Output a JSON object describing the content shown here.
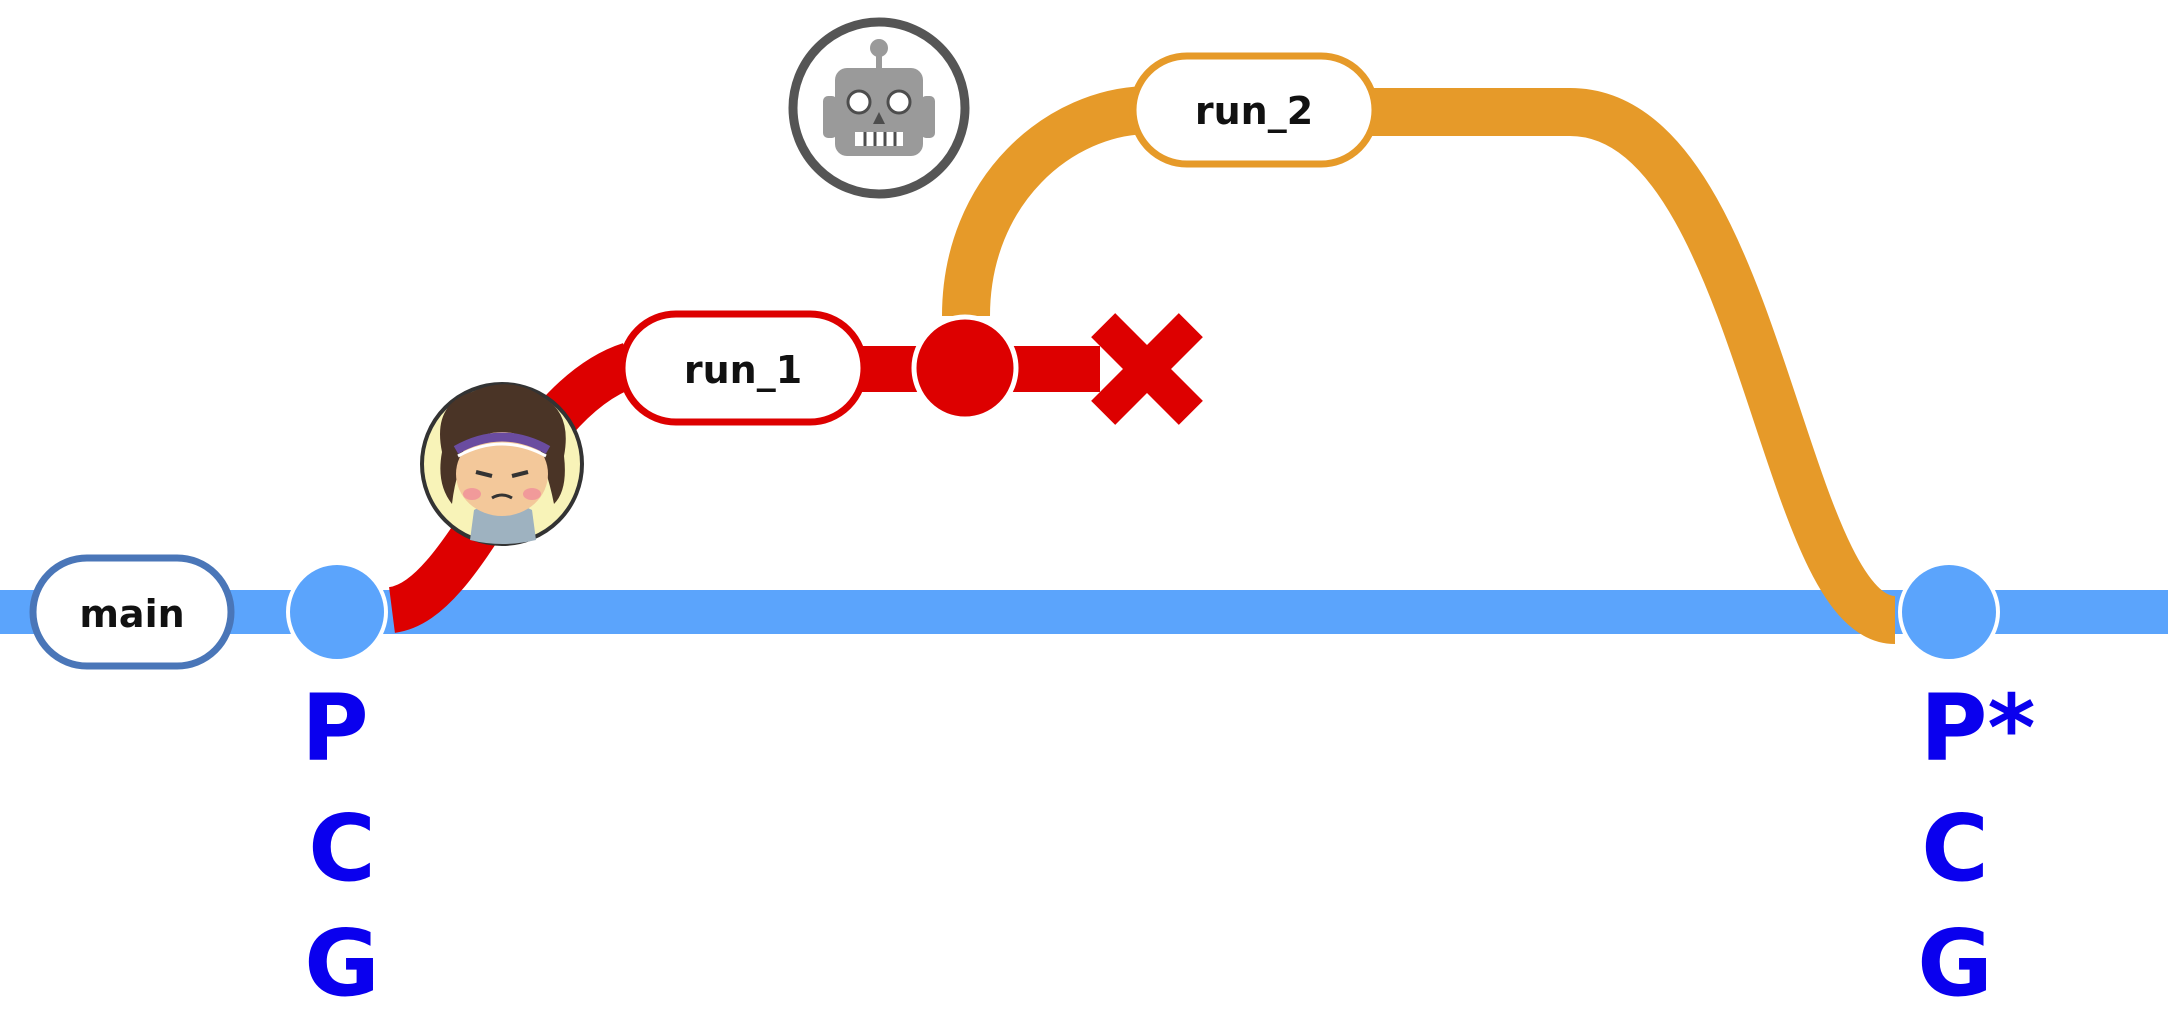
{
  "branches": {
    "main": {
      "label": "main",
      "color": "#5ba4fc",
      "outline": "#4a76b8"
    },
    "run_1": {
      "label": "run_1",
      "color": "#dd0000"
    },
    "run_2": {
      "label": "run_2",
      "color": "#e69a29"
    }
  },
  "commits": {
    "first": {
      "letters": [
        "P",
        "C",
        "G"
      ]
    },
    "second": {
      "letters": [
        "P*",
        "C",
        "G"
      ]
    }
  },
  "icons": {
    "robot": "robot-icon",
    "user": "user-avatar-icon",
    "fail": "cross-icon"
  },
  "colors": {
    "text_blue": "#0a00ee",
    "robot_ring": "#555555",
    "robot_body": "#9a9a9a",
    "avatar_bg": "#f8f3b8"
  }
}
